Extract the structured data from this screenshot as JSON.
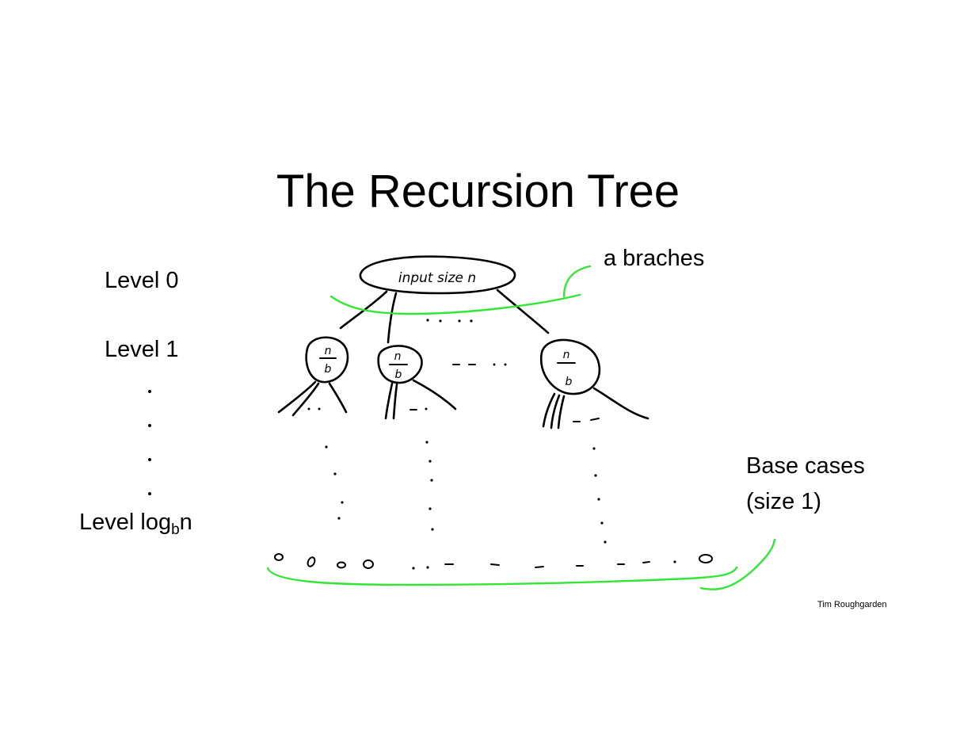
{
  "title": "The Recursion Tree",
  "levels": {
    "level0": "Level 0",
    "level1": "Level 1",
    "level_last_prefix": "Level log",
    "level_last_sub": "b",
    "level_last_suffix": "n"
  },
  "annotations": {
    "branches": "a braches",
    "base_cases_line1": "Base cases",
    "base_cases_line2": "(size 1)"
  },
  "tree": {
    "root_label": "input size n",
    "child_label_num": "n",
    "child_label_den": "b"
  },
  "credit": "Tim Roughgarden",
  "colors": {
    "ink": "#000000",
    "highlight": "#33e633",
    "background": "#ffffff"
  }
}
